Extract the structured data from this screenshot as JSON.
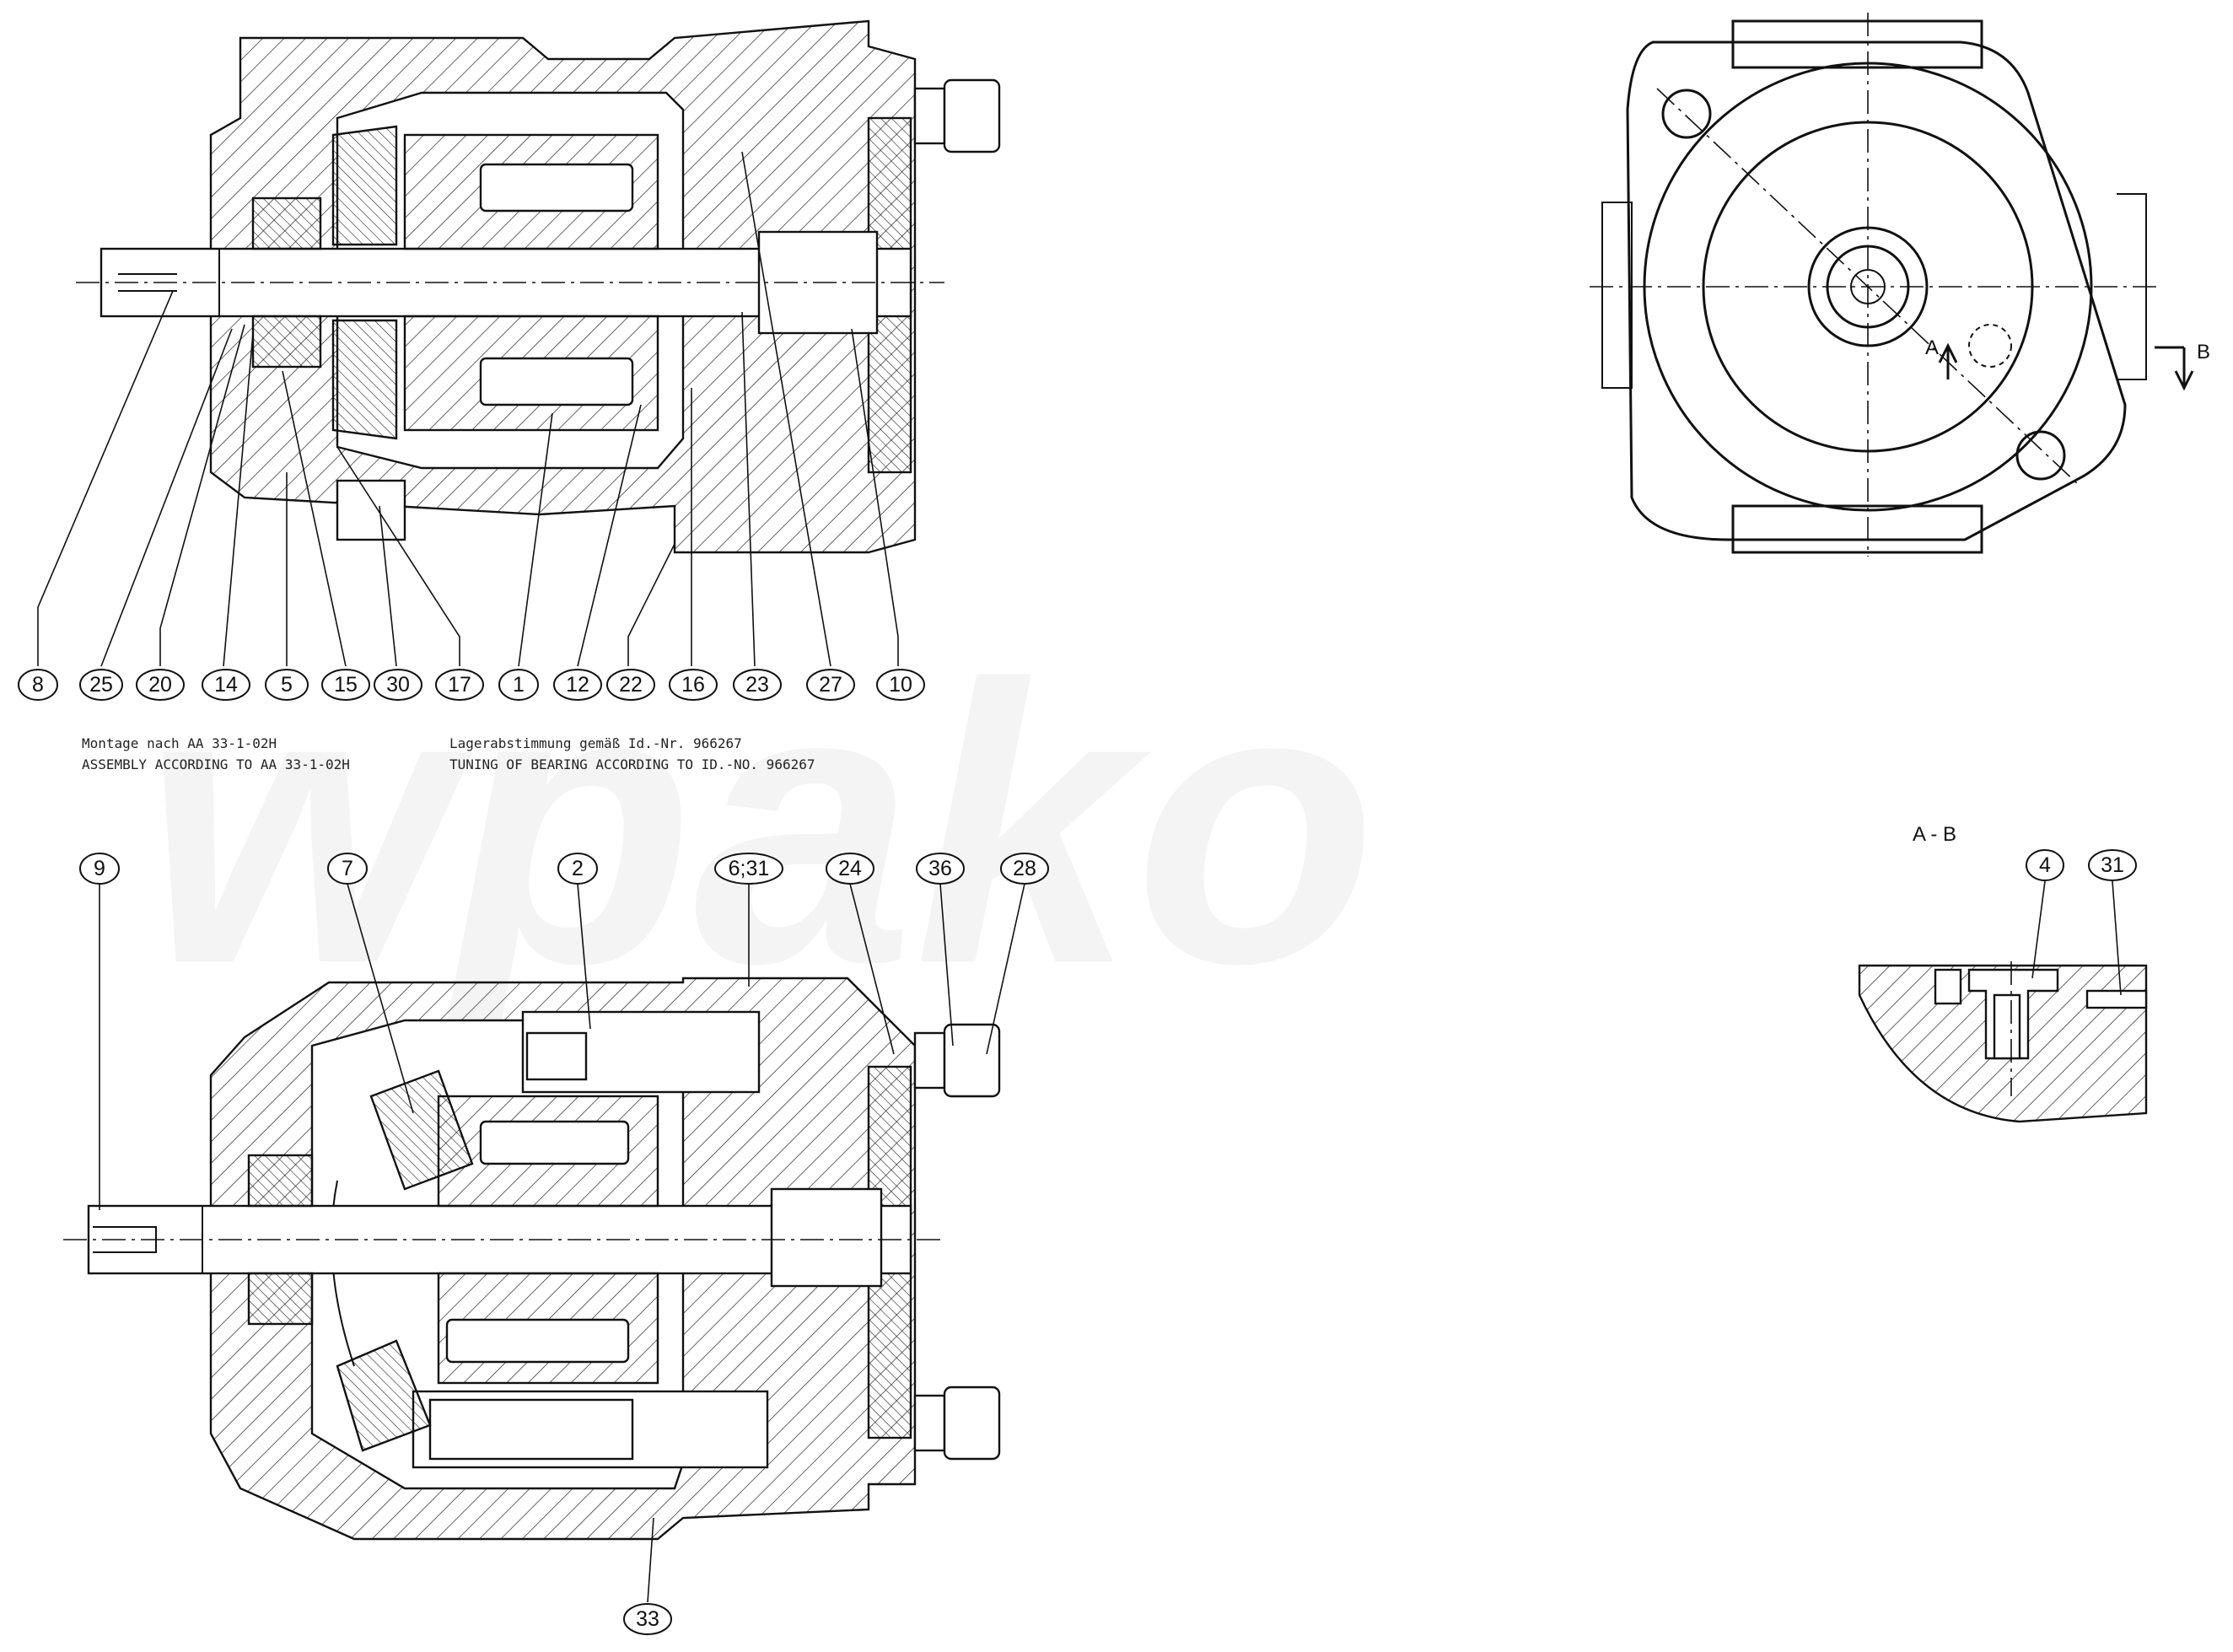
{
  "watermark": {
    "text": "wpako"
  },
  "notes": {
    "assembly_de": "Montage nach AA 33-1-02H",
    "assembly_en": "ASSEMBLY ACCORDING TO AA 33-1-02H",
    "bearing_de": "Lagerabstimmung gemäß Id.-Nr. 966267",
    "bearing_en": "TUNING OF BEARING ACCORDING TO ID.-NO. 966267"
  },
  "section_labels": {
    "section_title": "A - B",
    "a": "A",
    "b": "B"
  },
  "callouts_top": [
    "8",
    "25",
    "20",
    "14",
    "5",
    "15",
    "30",
    "17",
    "1",
    "12",
    "22",
    "16",
    "23",
    "27",
    "10"
  ],
  "callouts_bottom": [
    "9",
    "7",
    "2",
    "6;31",
    "24",
    "36",
    "28",
    "33"
  ],
  "callouts_detail": [
    "4",
    "31"
  ]
}
